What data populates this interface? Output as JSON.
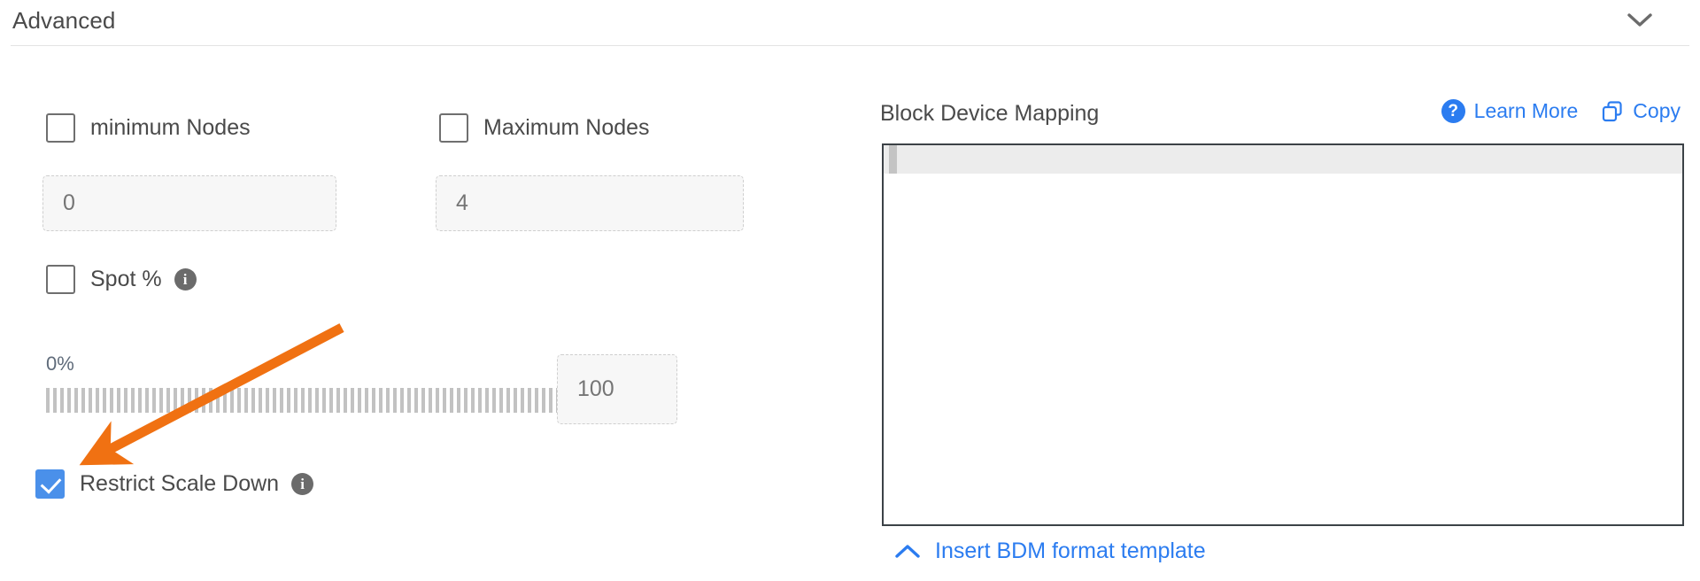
{
  "section": {
    "title": "Advanced",
    "collapse_icon": "chevron-down-icon"
  },
  "left_panel": {
    "min_nodes": {
      "label": "minimum Nodes",
      "checked": false,
      "input_value": "0"
    },
    "max_nodes": {
      "label": "Maximum Nodes",
      "checked": false,
      "input_value": "4"
    },
    "spot_percent": {
      "label": "Spot %",
      "checked": false,
      "info_icon": "info-icon",
      "info_glyph": "i"
    },
    "slider": {
      "min_label": "0%",
      "max_label": "100%",
      "value": 100,
      "value_input": "100"
    },
    "restrict_scale_down": {
      "label": "Restrict Scale Down",
      "checked": true,
      "info_icon": "info-icon",
      "info_glyph": "i"
    }
  },
  "right_panel": {
    "title": "Block Device Mapping",
    "learn_more": {
      "label": "Learn More",
      "icon": "question-circle-icon",
      "glyph": "?"
    },
    "copy": {
      "label": "Copy",
      "icon": "copy-icon"
    },
    "editor": {
      "content": "",
      "active_line": 1
    },
    "insert_template": {
      "label": "Insert BDM format template",
      "icon": "chevron-up-icon"
    }
  },
  "annotation": {
    "type": "arrow",
    "color": "#f07112",
    "points_to": "restrict-scale-down-checkbox"
  },
  "colors": {
    "accent_blue": "#2b7cf0",
    "checkbox_blue": "#4a90ea",
    "annotation_orange": "#f07112",
    "text_gray": "#4a4a4a",
    "muted_gray": "#9c9c9c"
  }
}
